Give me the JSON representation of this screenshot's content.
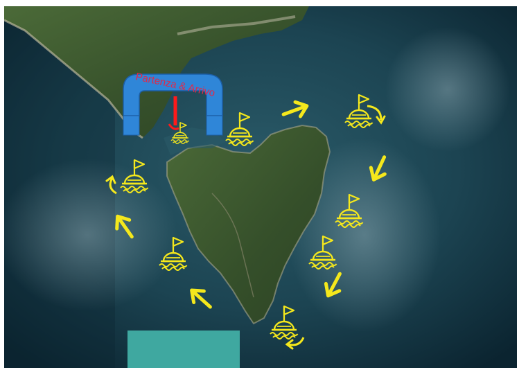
{
  "start_finish": {
    "label": "Partenza & Arrivo",
    "colors": {
      "arch": "#2f86d8",
      "arch_text": "#e0294a",
      "marker": "#ff1a1a"
    }
  },
  "route": {
    "direction": "clockwise",
    "buoy_count": 8,
    "arrow_count": 8
  },
  "colors": {
    "sea_deep": "#0b2430",
    "sea": "#1d4a5a",
    "land": "#3c5a2e",
    "buoy": "#f5e81c",
    "patch": "#3fa8a0"
  },
  "icons": {
    "buoy": "buoy-icon",
    "arrow": "arrow-icon",
    "arch": "inflatable-arch-icon"
  }
}
